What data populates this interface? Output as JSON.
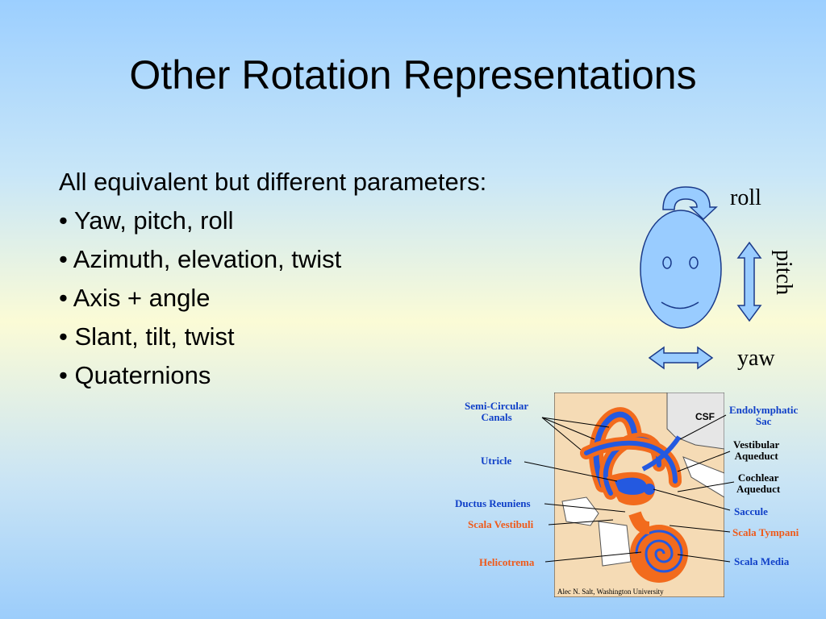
{
  "slide": {
    "title": "Other Rotation Representations",
    "intro": "All equivalent but different parameters:",
    "bullets": [
      "• Yaw, pitch, roll",
      "• Azimuth, elevation, twist",
      "• Axis + angle",
      "• Slant, tilt, twist",
      "• Quaternions"
    ]
  },
  "face_diagram": {
    "roll_label": "roll",
    "pitch_label": "pitch",
    "yaw_label": "yaw",
    "fill_color": "#99ccff",
    "outline_color": "#1a3a8a"
  },
  "ear_diagram": {
    "labels": {
      "semi_circular": "Semi-Circular Canals",
      "utricle": "Utricle",
      "ductus": "Ductus Reuniens",
      "scala_vestibuli": "Scala Vestibuli",
      "helicotrema": "Helicotrema",
      "endolymphatic": "Endolymphatic Sac",
      "vestibular": "Vestibular Aqueduct",
      "cochlear": "Cochlear Aqueduct",
      "saccule": "Saccule",
      "scala_tympani": "Scala Tympani",
      "scala_media": "Scala Media",
      "csf": "CSF",
      "credit": "Alec N. Salt, Washington University"
    },
    "colors": {
      "blue_label": "#1040c8",
      "orange_label": "#ef5a1a",
      "tissue_orange": "#f26b1d",
      "tissue_blue": "#2459e0",
      "background": "#f5dbb5"
    }
  }
}
